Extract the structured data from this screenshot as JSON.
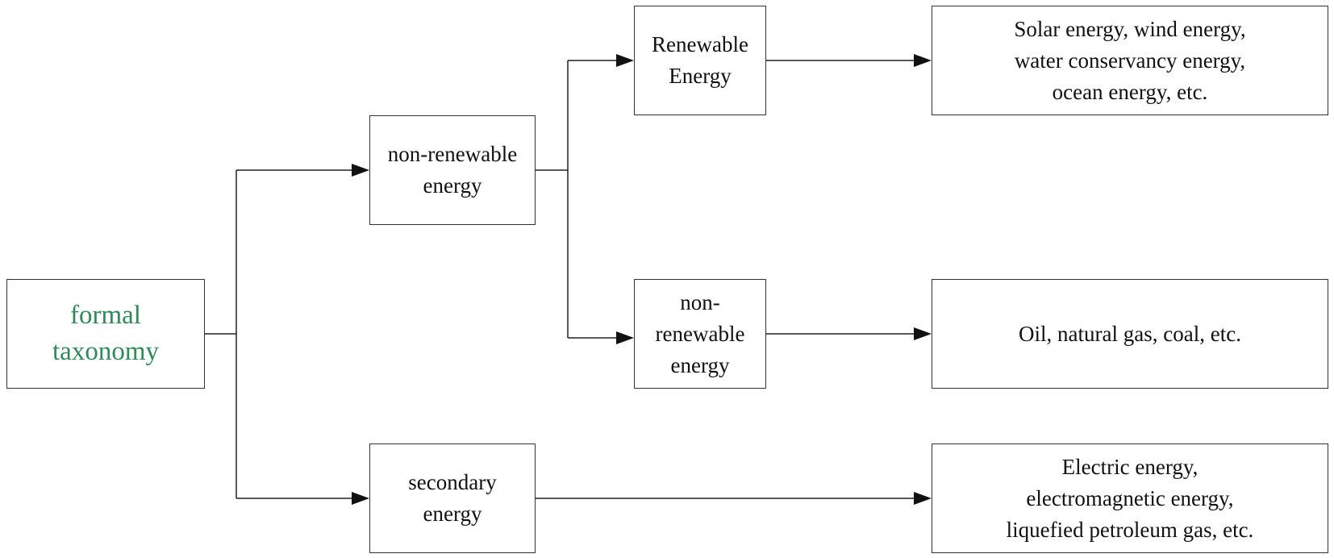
{
  "colors": {
    "root_text": "#2e8b57",
    "text": "#111111",
    "border": "#333333",
    "line": "#222222"
  },
  "nodes": {
    "root": "formal\ntaxonomy",
    "primary": "non-renewable\nenergy",
    "renewable": "Renewable\nEnergy",
    "nonrenewable": "non-\nrenewable\nenergy",
    "secondary": "secondary\nenergy",
    "renewable_examples": "Solar energy, wind energy,\nwater conservancy energy,\nocean energy, etc.",
    "nonrenewable_examples": "Oil, natural gas, coal, etc.",
    "secondary_examples": "Electric energy,\nelectromagnetic energy,\nliquefied petroleum gas, etc."
  }
}
